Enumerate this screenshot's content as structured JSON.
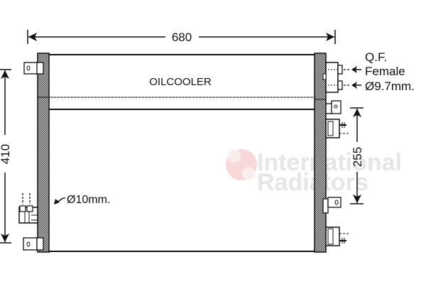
{
  "diagram": {
    "title": "OILCOOLER",
    "dimensions": {
      "width": "680",
      "height": "410",
      "side_port_spacing": "255"
    },
    "annotations": {
      "connector_type_line1": "Q.F.",
      "connector_type_line2": "Female",
      "connector_diameter": "Ø9.7mm.",
      "tube_diameter": "Ø10mm."
    },
    "watermark": {
      "line1": "International",
      "line2": "Radiators",
      "logo_color": "#f5c9c9",
      "text_color": "#e6e6e6"
    },
    "colors": {
      "line": "#111111",
      "tank_fill": "#9a9a9a",
      "background": "#ffffff"
    }
  }
}
